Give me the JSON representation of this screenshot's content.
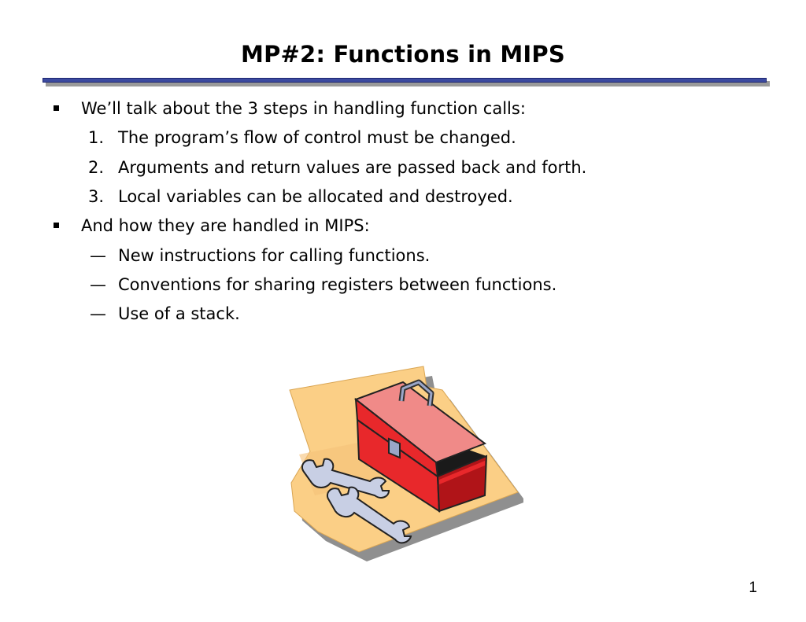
{
  "slide": {
    "title": "MP#2: Functions in MIPS",
    "page_number": "1"
  },
  "body": {
    "bullet1": {
      "text": "We’ll talk about the 3 steps in handling function calls:",
      "items": [
        {
          "marker": "1.",
          "text": "The program’s flow of control must be changed."
        },
        {
          "marker": "2.",
          "text": "Arguments and return values are passed back and forth."
        },
        {
          "marker": "3.",
          "text": "Local variables can be allocated and destroyed."
        }
      ]
    },
    "bullet2": {
      "text": "And how they are handled in MIPS:",
      "items": [
        {
          "marker": "—",
          "text": "New instructions for calling functions."
        },
        {
          "marker": "—",
          "text": "Conventions for sharing registers between functions."
        },
        {
          "marker": "—",
          "text": "Use of a stack."
        }
      ]
    }
  },
  "colors": {
    "title_rule": "#3c4aa0",
    "toolbox_red": "#e8282b",
    "paper": "#fbcf86"
  },
  "illustration": {
    "icon": "toolbox-with-wrenches-icon"
  }
}
